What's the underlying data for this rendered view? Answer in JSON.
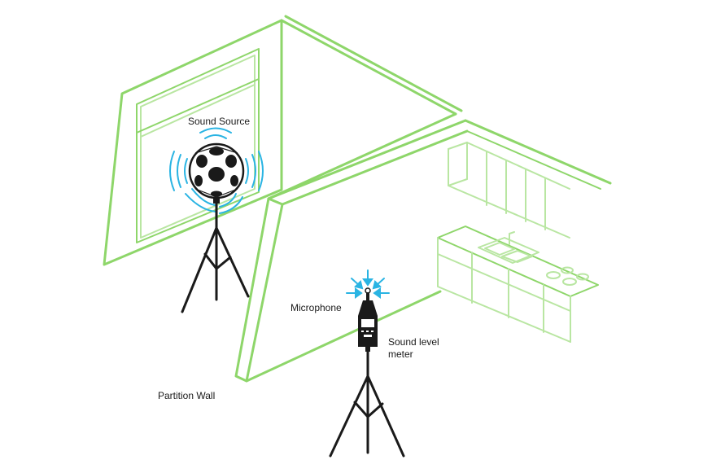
{
  "labels": {
    "sound_source": "Sound Source",
    "microphone": "Microphone",
    "sound_level_meter": "Sound level meter",
    "partition_wall": "Partition Wall"
  },
  "colors": {
    "wall_line": "#8ed66a",
    "wall_line_light": "#b9e6a2",
    "sound_wave": "#2ab4e3",
    "equipment": "#1a1a1a",
    "text": "#1a1a1a",
    "background": "#ffffff"
  }
}
